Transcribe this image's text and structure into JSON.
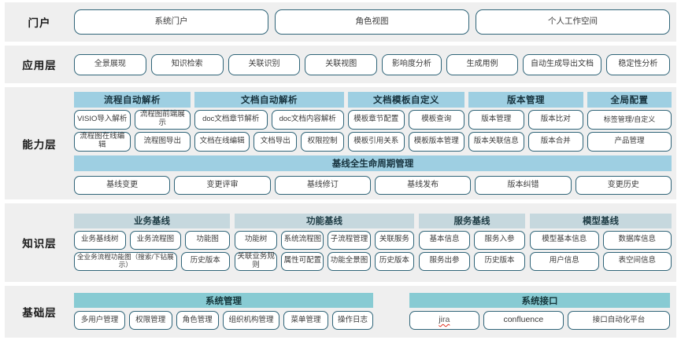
{
  "colors": {
    "band_bg": "#efefef",
    "pill_border": "#2f6478",
    "cap_head_bg": "#9ecfe2",
    "kn_head_bg": "#c6d8de",
    "base_head_bg": "#88cbd3",
    "spell_error": "#e03020"
  },
  "layers": {
    "portal": {
      "label": "门户",
      "items": [
        "系统门户",
        "角色视图",
        "个人工作空间"
      ]
    },
    "application": {
      "label": "应用层",
      "items": [
        "全景展现",
        "知识检索",
        "关联识别",
        "关联视图",
        "影响度分析",
        "生成用例",
        "自动生成导出文档",
        "稳定性分析"
      ]
    },
    "capability": {
      "label": "能力层",
      "groups": [
        {
          "title": "流程自动解析",
          "rows": [
            [
              "VISIO导入解析",
              "流程图前端展示"
            ],
            [
              "流程图在线编辑",
              "流程图导出"
            ]
          ]
        },
        {
          "title": "文档自动解析",
          "rows": [
            [
              "doc文档章节解析",
              "doc文档内容解析"
            ],
            [
              "文档在线编辑",
              "文档导出",
              "权限控制"
            ]
          ]
        },
        {
          "title": "文档模板自定义",
          "rows": [
            [
              "模板章节配置",
              "模板查询"
            ],
            [
              "模板引用关系",
              "模板版本管理"
            ]
          ]
        },
        {
          "title": "版本管理",
          "rows": [
            [
              "版本管理",
              "版本比对"
            ],
            [
              "版本关联信息",
              "版本合并"
            ]
          ]
        },
        {
          "title": "全局配置",
          "rows": [
            [
              "标签管理/自定义"
            ],
            [
              "产品管理"
            ]
          ]
        }
      ],
      "lifecycle": {
        "title": "基线全生命周期管理",
        "items": [
          "基线变更",
          "变更评审",
          "基线修订",
          "基线发布",
          "版本纠错",
          "变更历史"
        ]
      }
    },
    "knowledge": {
      "label": "知识层",
      "groups": [
        {
          "title": "业务基线",
          "rows": [
            [
              "业务基线树",
              "业务流程图",
              "功能图"
            ],
            [
              "全业务流程功能图（搜索/下钻展示）",
              "历史版本"
            ]
          ]
        },
        {
          "title": "功能基线",
          "rows": [
            [
              "功能树",
              "系统流程图",
              "子流程管理",
              "关联服务"
            ],
            [
              "关联业务规则",
              "属性可配置",
              "功能全景图",
              "历史版本"
            ]
          ]
        },
        {
          "title": "服务基线",
          "rows": [
            [
              "基本信息",
              "服务入参"
            ],
            [
              "服务出参",
              "历史版本"
            ]
          ]
        },
        {
          "title": "模型基线",
          "rows": [
            [
              "模型基本信息",
              "数据库信息"
            ],
            [
              "用户信息",
              "表空间信息"
            ]
          ]
        }
      ]
    },
    "base": {
      "label": "基础层",
      "groups": [
        {
          "title": "系统管理",
          "items": [
            "多用户管理",
            "权限管理",
            "角色管理",
            "组织机构管理",
            "菜单管理",
            "操作日志"
          ]
        },
        {
          "title": "系统接口",
          "items": [
            "jira",
            "confluence",
            "接口自动化平台"
          ],
          "misspelled": [
            "jira"
          ]
        }
      ]
    }
  }
}
